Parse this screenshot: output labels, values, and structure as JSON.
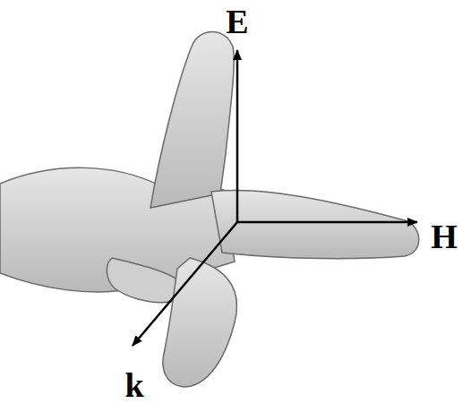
{
  "diagram": {
    "labels": [
      "E",
      "H",
      "k"
    ]
  }
}
